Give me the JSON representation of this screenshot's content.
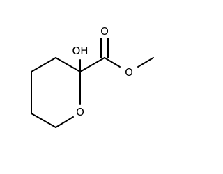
{
  "structure": {
    "atom_labels": {
      "hydroxyl": "OH",
      "ring_oxygen": "O",
      "carbonyl_oxygen": "O",
      "ester_oxygen": "O"
    },
    "colors": {
      "bond": "#000000",
      "label": "#000000",
      "background": "#ffffff"
    }
  }
}
